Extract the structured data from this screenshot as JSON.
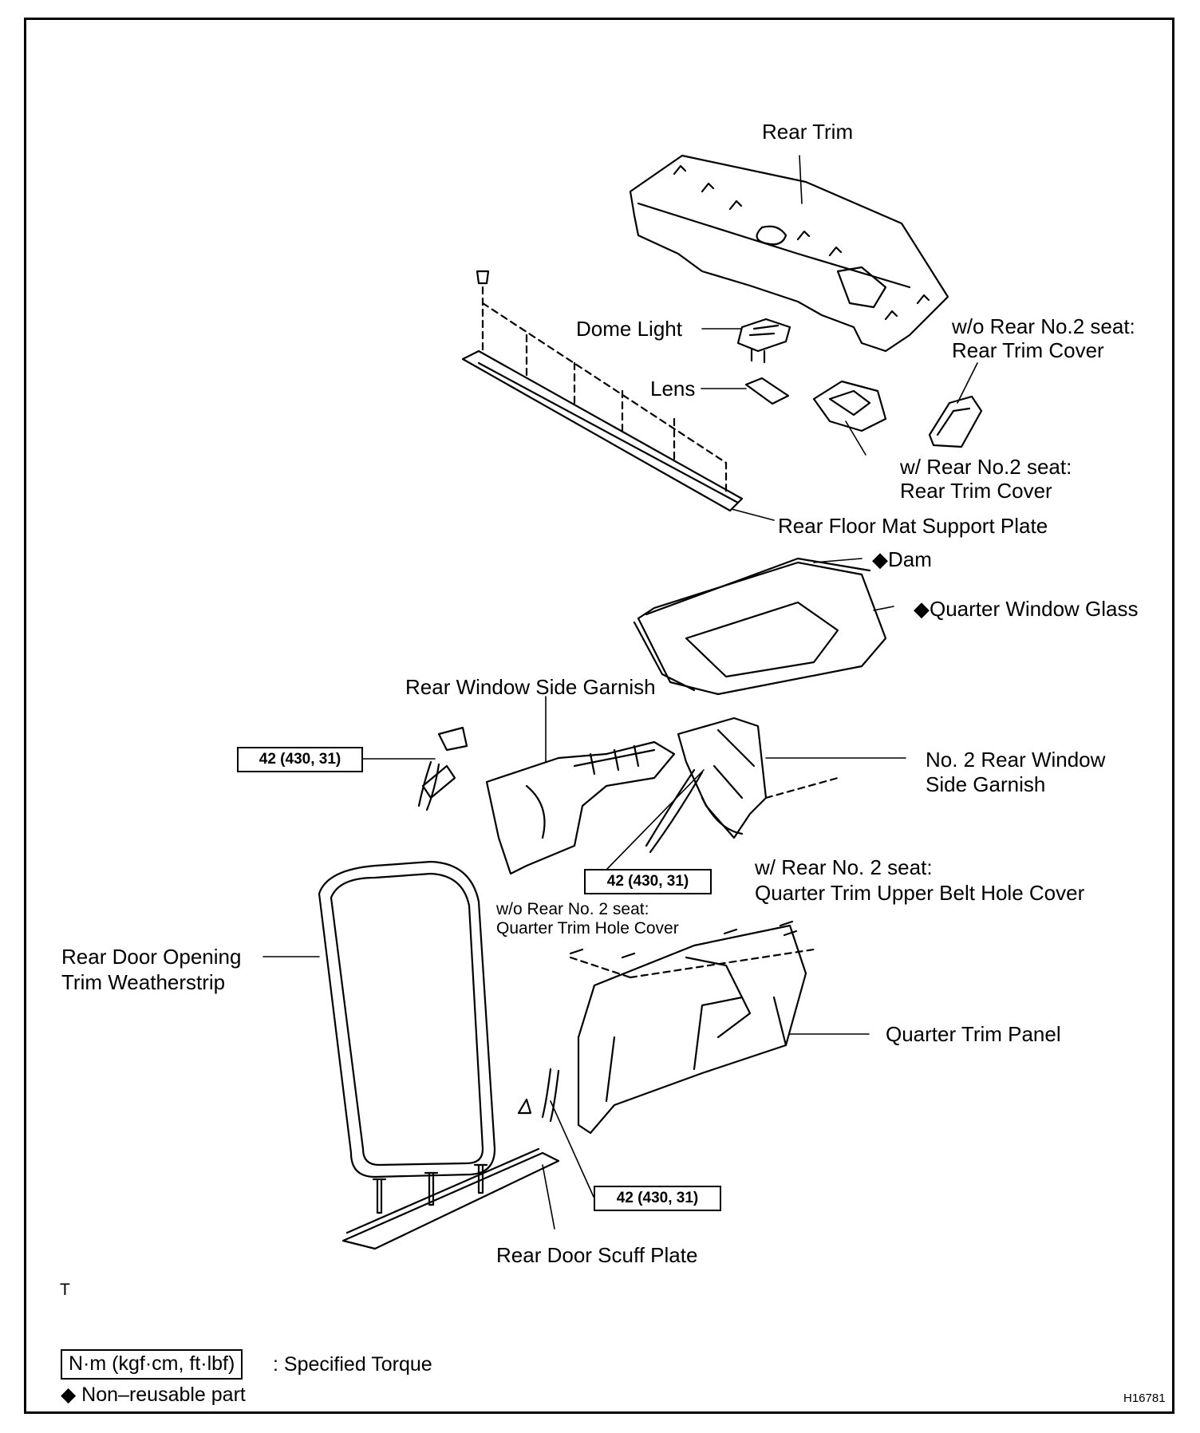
{
  "labels": {
    "rear_trim": "Rear Trim",
    "dome_light": "Dome Light",
    "lens": "Lens",
    "wo_rear_no2_seat": "w/o Rear No.2 seat:",
    "rear_trim_cover_1": "Rear Trim Cover",
    "w_rear_no2_seat": "w/ Rear No.2 seat:",
    "rear_trim_cover_2": "Rear Trim Cover",
    "rear_floor_mat_support_plate": "Rear Floor Mat Support Plate",
    "dam": "◆Dam",
    "quarter_window_glass": "◆Quarter Window Glass",
    "rear_window_side_garnish": "Rear Window Side Garnish",
    "no2_rear_window_line1": "No. 2 Rear Window",
    "no2_rear_window_line2": "Side Garnish",
    "w_rear_no2_seat_b": "w/ Rear No. 2 seat:",
    "quarter_trim_upper_belt_hole_cover": "Quarter Trim Upper Belt Hole Cover",
    "wo_rear_no2_seat_b": "w/o Rear No. 2 seat:",
    "quarter_trim_hole_cover": "Quarter Trim Hole Cover",
    "rear_door_opening_line1": "Rear Door Opening",
    "rear_door_opening_line2": "Trim Weatherstrip",
    "quarter_trim_panel": "Quarter Trim Panel",
    "rear_door_scuff_plate": "Rear Door Scuff Plate",
    "t_mark": "T"
  },
  "torques": {
    "t1": "42 (430, 31)",
    "t2": "42 (430, 31)",
    "t3": "42 (430, 31)"
  },
  "legend": {
    "torque_unit": "N·m (kgf·cm, ft·lbf)",
    "torque_desc": ": Specified Torque",
    "non_reusable": "◆ Non–reusable part"
  },
  "figure_id": "H16781"
}
